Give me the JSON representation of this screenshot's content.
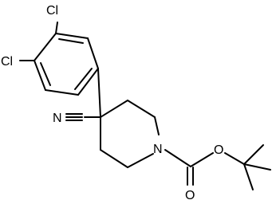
{
  "molecule": {
    "atom_labels": {
      "chlorine_top": "Cl",
      "chlorine_left": "Cl",
      "nitrile_nitrogen": "N",
      "piperidine_nitrogen": "N",
      "ester_oxygen": "O",
      "carbonyl_oxygen": "O"
    }
  }
}
